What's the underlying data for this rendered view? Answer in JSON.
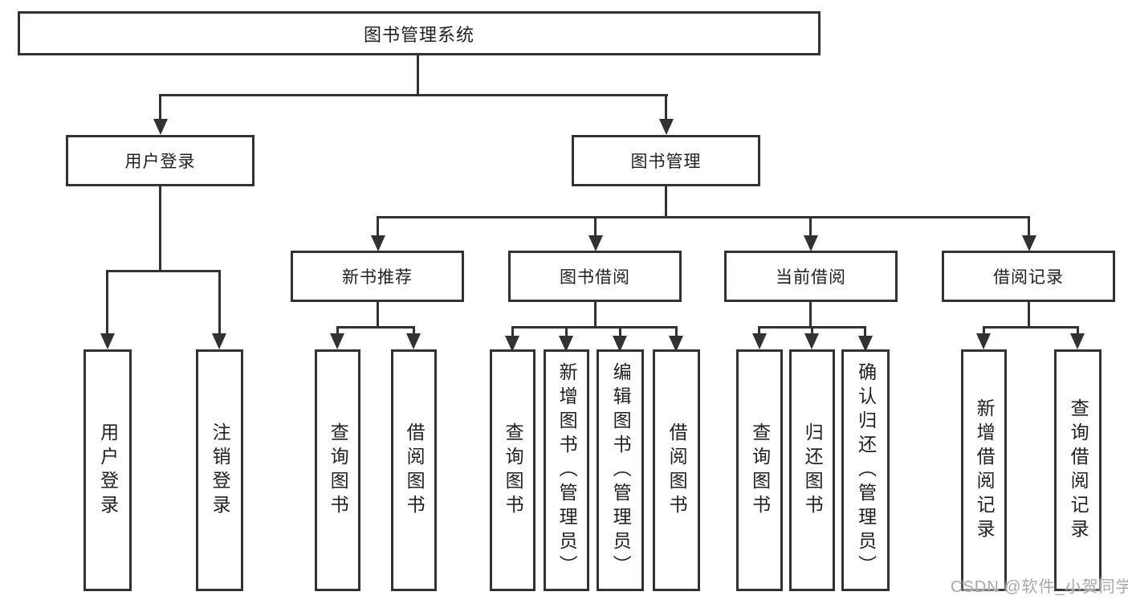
{
  "tree": {
    "root": "图书管理系统",
    "children": [
      {
        "label": "用户登录",
        "children": [
          "用户登录",
          "注销登录"
        ]
      },
      {
        "label": "图书管理",
        "children": [
          {
            "label": "新书推荐",
            "children": [
              "查询图书",
              "借阅图书"
            ]
          },
          {
            "label": "图书借阅",
            "children": [
              "查询图书",
              "新增图书（管理员）",
              "编辑图书（管理员）",
              "借阅图书"
            ]
          },
          {
            "label": "当前借阅",
            "children": [
              "查询图书",
              "归还图书",
              "确认归还（管理员）"
            ]
          },
          {
            "label": "借阅记录",
            "children": [
              "新增借阅记录",
              "查询借阅记录"
            ]
          }
        ]
      }
    ]
  },
  "watermark": "CSDN @软件_小贺同学",
  "colors": {
    "line": "#323232",
    "text": "#212121",
    "watermark": "#a8a8a8",
    "background": "#ffffff"
  }
}
